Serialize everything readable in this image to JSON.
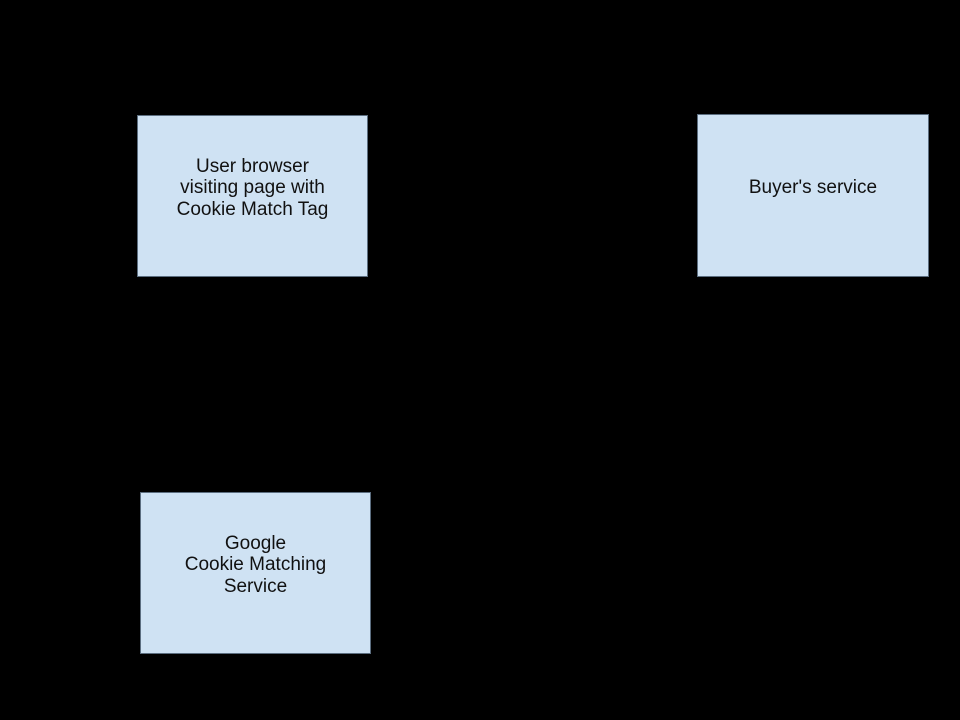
{
  "diagram": {
    "description": "Cookie matching flow diagram on black background; connector arrows are not visible against the background",
    "colors": {
      "background": "#000000",
      "node_fill": "#cfe2f3",
      "node_border": "#5c6e80",
      "node_text": "#111111"
    },
    "nodes": [
      {
        "id": "user-browser",
        "label": "User browser\nvisiting page with\nCookie Match Tag"
      },
      {
        "id": "buyers-service",
        "label": "Buyer's service"
      },
      {
        "id": "google-cookie-matching-service",
        "label": "Google\nCookie Matching\nService"
      }
    ]
  }
}
